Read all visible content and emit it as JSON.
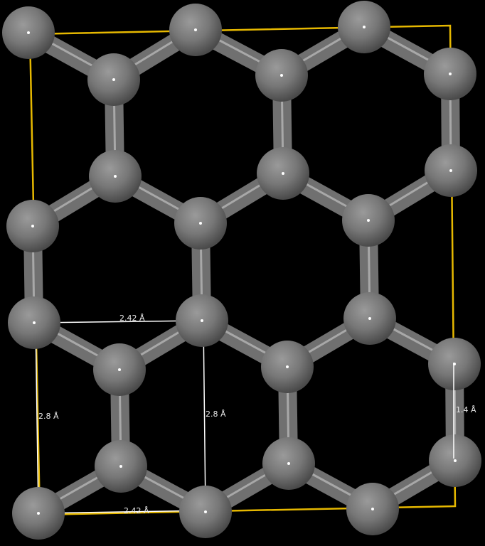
{
  "colors": {
    "background": "#000000",
    "cell_edge": "#e6b800",
    "measure_line": "#ffffff",
    "atom": "#7a7a7a"
  },
  "measurements": {
    "top_width": "2.42 Å",
    "bottom_width": "2.42 Å",
    "left_height": "2.8 Å",
    "right_height": "2.8 Å",
    "bond_length": "1.4 Å"
  }
}
